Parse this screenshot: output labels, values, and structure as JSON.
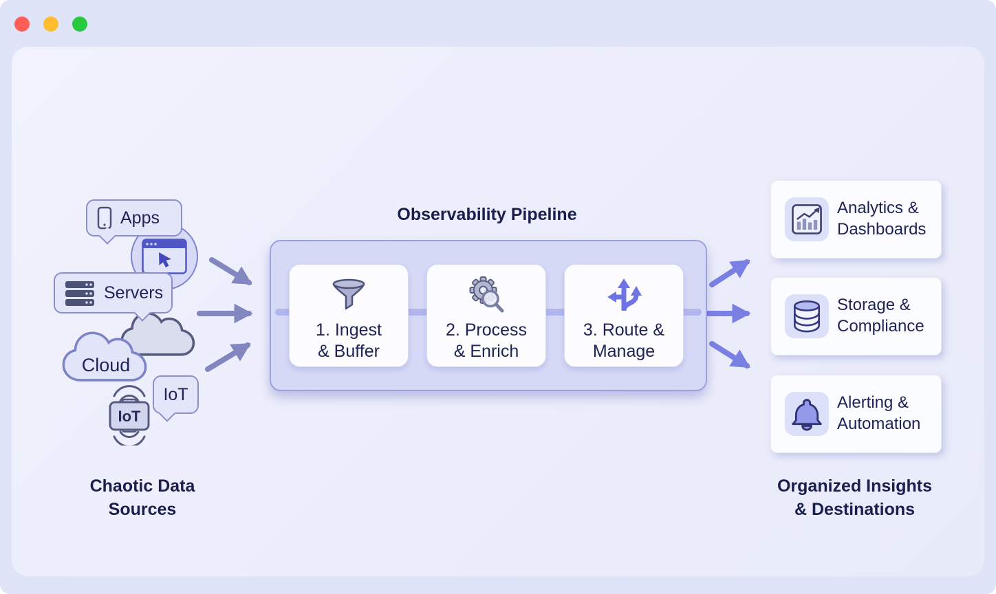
{
  "window": {
    "controls": [
      {
        "name": "close",
        "color": "#ff5f57"
      },
      {
        "name": "minimize",
        "color": "#febc2e"
      },
      {
        "name": "zoom",
        "color": "#28c840"
      }
    ]
  },
  "sources": {
    "apps": {
      "label": "Apps",
      "icon": "smartphone-icon"
    },
    "browser": {
      "icon": "browser-window-icon"
    },
    "servers": {
      "label": "Servers",
      "icon": "server-stack-icon"
    },
    "cloud": {
      "label": "Cloud",
      "icon": "cloud-icon"
    },
    "cloud_back": {
      "icon": "cloud-icon"
    },
    "iot_bubble": {
      "label": "IoT"
    },
    "iot_device": {
      "label": "IoT",
      "icon": "iot-device-icon"
    },
    "caption": {
      "line1": "Chaotic Data",
      "line2": "Sources"
    }
  },
  "pipeline": {
    "title": "Observability Pipeline",
    "stages": [
      {
        "line1": "1. Ingest",
        "line2": "& Buffer",
        "icon": "funnel-icon"
      },
      {
        "line1": "2. Process",
        "line2": "& Enrich",
        "icon": "gear-search-icon"
      },
      {
        "line1": "3. Route &",
        "line2": "Manage",
        "icon": "route-branch-icon"
      }
    ]
  },
  "destinations": {
    "items": [
      {
        "line1": "Analytics &",
        "line2": "Dashboards",
        "icon": "bar-chart-icon"
      },
      {
        "line1": "Storage &",
        "line2": "Compliance",
        "icon": "database-icon"
      },
      {
        "line1": "Alerting &",
        "line2": "Automation",
        "icon": "bell-icon"
      }
    ],
    "caption": {
      "line1": "Organized Insights",
      "line2": "& Destinations"
    }
  },
  "colors": {
    "text_navy": "#1e2257",
    "accent_purple": "#6e74e4",
    "arrow_left": "#8287bf",
    "arrow_right": "#7a80e3",
    "pipeline_fill": "#d6d9f6",
    "pipeline_border": "#9ba1de",
    "panel_bg": "#ecedfb",
    "frame_bg": "#dfe4f9"
  }
}
